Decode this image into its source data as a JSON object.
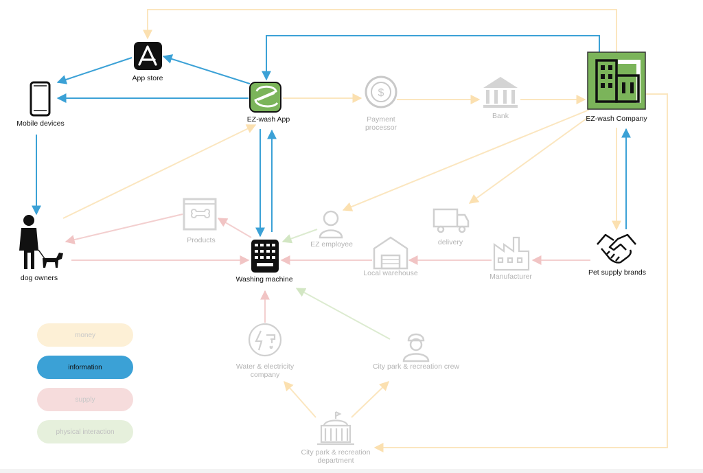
{
  "colors": {
    "money": "#fbe6bf",
    "information": "#3ba1d6",
    "supply": "#f3cfcf",
    "physical": "#dcebd0",
    "brand_green": "#7bb45a",
    "faded_icon": "#c9c9c9"
  },
  "nodes": {
    "app_store": "App store",
    "mobile_devices": "Mobile devices",
    "ezwash_app": "EZ-wash App",
    "payment_processor_1": "Payment",
    "payment_processor_2": "processor",
    "bank": "Bank",
    "ezwash_company": "EZ-wash Company",
    "dog_owners": "dog owners",
    "products": "Products",
    "washing_machine": "Washing machine",
    "ez_employee": "EZ employee",
    "delivery": "delivery",
    "local_warehouse": "Local warehouse",
    "manufacturer": "Manufacturer",
    "pet_supply_brands": "Pet supply brands",
    "water_electricity_1": "Water & electricity",
    "water_electricity_2": "company",
    "city_crew": "City park & recreation crew",
    "city_dept_1": "City park & recreation",
    "city_dept_2": "department"
  },
  "legend": {
    "money": "money",
    "information": "information",
    "supply": "supply",
    "physical": "physical interaction"
  }
}
